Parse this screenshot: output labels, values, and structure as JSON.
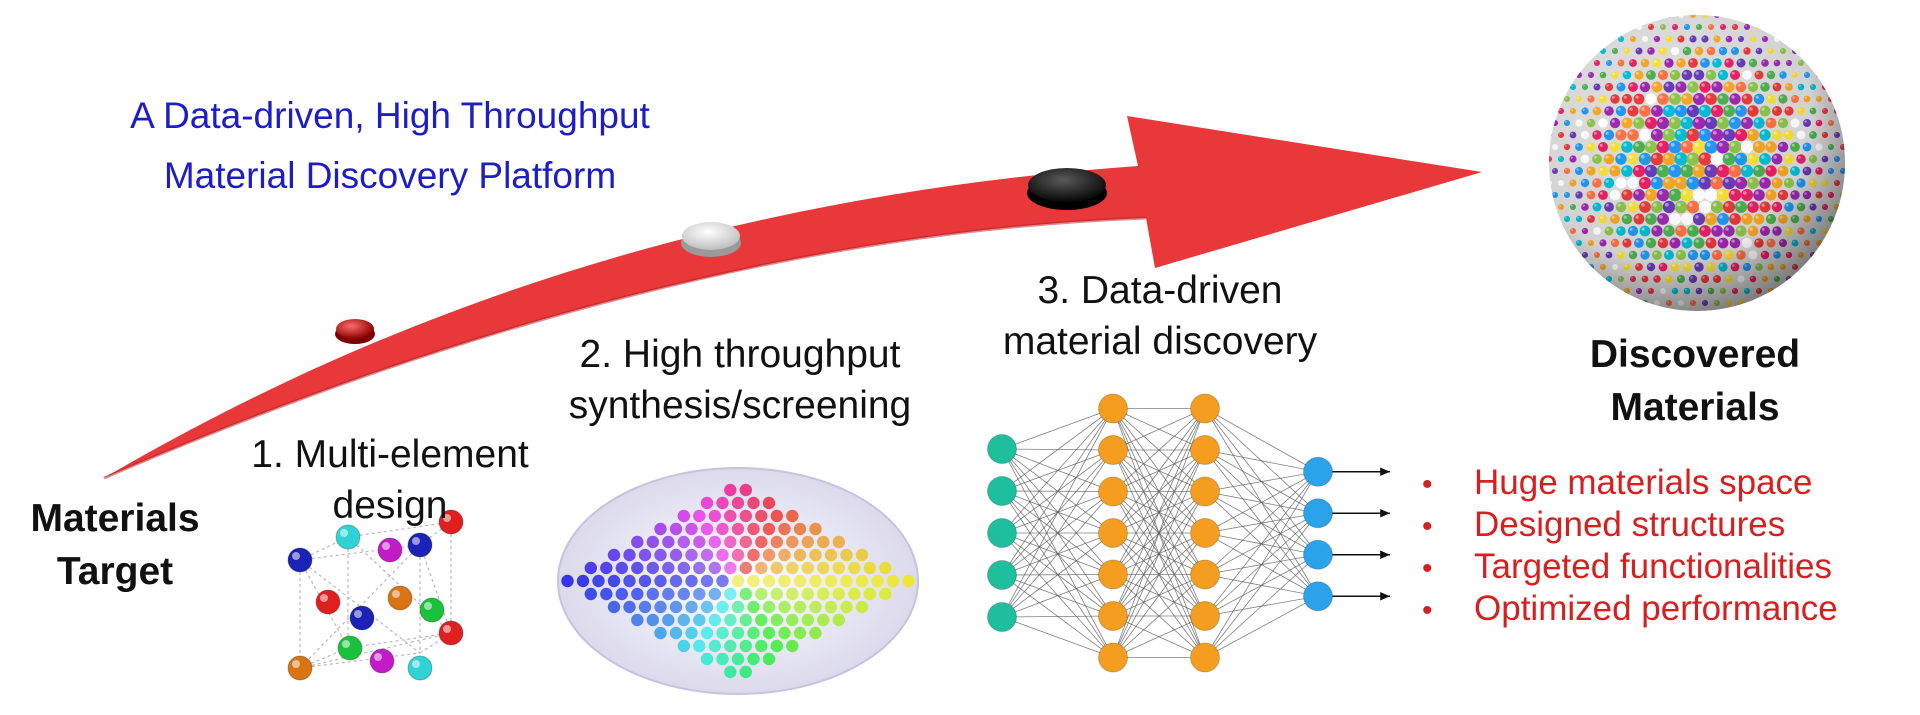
{
  "title": {
    "line1": "A Data-driven, High Throughput",
    "line2": "Material Discovery Platform"
  },
  "target": {
    "line1": "Materials",
    "line2": "Target"
  },
  "steps": [
    {
      "line1": "1. Multi-element",
      "line2": "design"
    },
    {
      "line1": "2. High throughput",
      "line2": "synthesis/screening"
    },
    {
      "line1": "3. Data-driven",
      "line2": "material discovery"
    }
  ],
  "result": {
    "line1": "Discovered",
    "line2": "Materials"
  },
  "bullets": [
    "Huge materials space",
    "Designed structures",
    "Targeted functionalities",
    "Optimized performance"
  ],
  "colors": {
    "title": "#1c1cc8",
    "arrow": "#e8383a",
    "bullet_text": "#d81f1f",
    "nn_input": "#1dbf9d",
    "nn_hidden": "#f59d1f",
    "nn_output": "#2aa3ea"
  },
  "neural_network": {
    "layers": [
      5,
      7,
      7,
      4
    ]
  }
}
